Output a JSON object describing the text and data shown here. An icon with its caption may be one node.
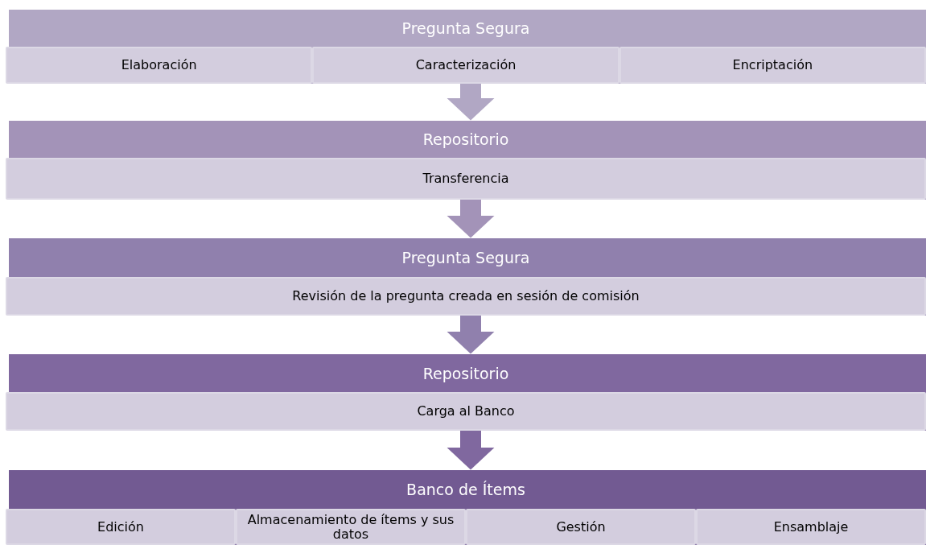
{
  "diagram": {
    "nodes": [
      {
        "text": [
          "Pregunta Segura"
        ]
      },
      {
        "text": [
          "Elaboración"
        ],
        "in": 0
      },
      {
        "text": [
          "Caracterización"
        ],
        "in": 0
      },
      {
        "text": [
          "Encriptación"
        ],
        "in": 0
      },
      {
        "text": [
          "Repositorio"
        ]
      },
      {
        "text": [
          "Transferencia"
        ],
        "in": 4
      },
      {
        "text": [
          "Pregunta Segura"
        ]
      },
      {
        "text": [
          "Revisión de la pregunta creada en sesión de comisión"
        ],
        "in": 6
      },
      {
        "text": [
          "Repositorio"
        ]
      },
      {
        "text": [
          "Carga al Banco"
        ],
        "in": 8
      },
      {
        "text": [
          "Banco de Ítems"
        ]
      },
      {
        "text": [
          "Edición"
        ],
        "in": 10
      },
      {
        "text": [
          "Almacenamiento de ítems y sus datos"
        ],
        "in": 10
      },
      {
        "text": [
          "Gestión"
        ],
        "in": 10
      },
      {
        "text": [
          "Ensamblaje"
        ],
        "in": 10
      }
    ],
    "edges": [
      {
        "from": 0,
        "to": 4,
        "arrow": "to",
        "color": "#b1a7c4"
      },
      {
        "from": 4,
        "to": 6,
        "arrow": "to",
        "color": "#a393b8"
      },
      {
        "from": 6,
        "to": 8,
        "arrow": "to",
        "color": "#9080ad"
      },
      {
        "from": 8,
        "to": 10,
        "arrow": "to",
        "color": "#80689f"
      }
    ]
  }
}
